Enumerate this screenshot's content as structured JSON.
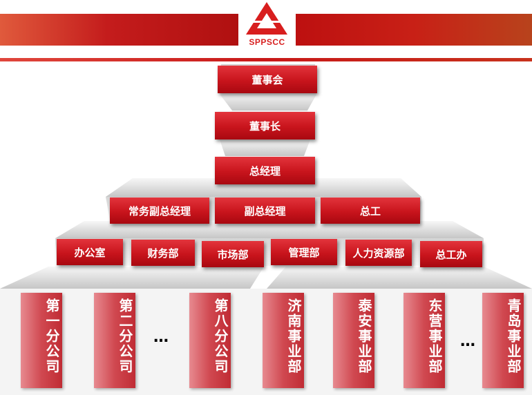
{
  "logo": {
    "text": "SPPSCC"
  },
  "top": [
    {
      "label": "董事会"
    },
    {
      "label": "董事长"
    },
    {
      "label": "总经理"
    }
  ],
  "vp": [
    {
      "label": "常务副总经理"
    },
    {
      "label": "副总经理"
    },
    {
      "label": "总工"
    }
  ],
  "departments": [
    {
      "label": "办公室"
    },
    {
      "label": "财务部"
    },
    {
      "label": "市场部"
    },
    {
      "label": "管理部"
    },
    {
      "label": "人力资源部"
    },
    {
      "label": "总工办"
    }
  ],
  "units": [
    {
      "label": "第一分公司"
    },
    {
      "label": "第二分公司"
    },
    {
      "label": "第八分公司"
    },
    {
      "label": "济南事业部"
    },
    {
      "label": "泰安事业部"
    },
    {
      "label": "东营事业部"
    },
    {
      "label": "青岛事业部"
    }
  ],
  "ellipsis": "…",
  "colors": {
    "primary": "#c8141c",
    "light": "#e78a90"
  }
}
